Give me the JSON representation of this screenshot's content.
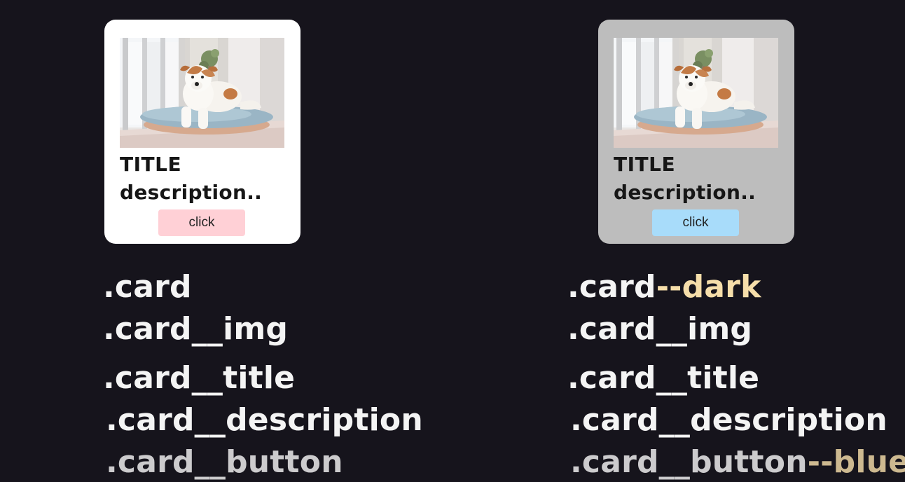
{
  "cards": [
    {
      "variant": "light",
      "image_alt": "Jack Russell terrier lying on a blue pillow by a window",
      "title": "TITLE",
      "description": "description..",
      "button_label": "click",
      "background": "#ffffff",
      "button_color": "#ffd0d6"
    },
    {
      "variant": "dark",
      "image_alt": "Jack Russell terrier lying on a blue pillow by a window",
      "title": "TITLE",
      "description": "description..",
      "button_label": "click",
      "background": "#bdbdbd",
      "button_color": "#a8dcfa"
    }
  ],
  "left_classes": {
    "block": ".card",
    "img": ".card__img",
    "title": ".card__title",
    "description": ".card__description",
    "button": ".card__button"
  },
  "right_classes": {
    "block": ".card",
    "block_modifier": "--dark",
    "img": ".card__img",
    "title": ".card__title",
    "description": ".card__description",
    "button": ".card__button",
    "button_modifier": "--blue"
  },
  "colors": {
    "background": "#16141c",
    "modifier_accent": "#f6deaa"
  }
}
